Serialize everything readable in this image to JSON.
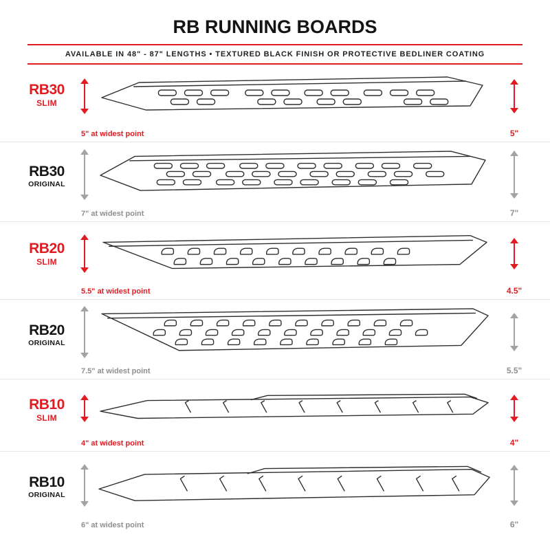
{
  "header": {
    "title": "RB RUNNING BOARDS",
    "subtitle": "AVAILABLE IN 48\" - 87\" LENGTHS  •  TEXTURED BLACK FINISH OR PROTECTIVE BEDLINER COATING"
  },
  "colors": {
    "accent": "#e01b22",
    "muted_gray": "#8f8f8f",
    "ink": "#1b1b1b"
  },
  "boards": [
    {
      "model": "RB30",
      "variant": "SLIM",
      "finish": "slim",
      "widest_label": "5\" at widest point",
      "height_label": "5\""
    },
    {
      "model": "RB30",
      "variant": "ORIGINAL",
      "finish": "original",
      "widest_label": "7\" at widest point",
      "height_label": "7\""
    },
    {
      "model": "RB20",
      "variant": "SLIM",
      "finish": "slim",
      "widest_label": "5.5\" at widest point",
      "height_label": "4.5\""
    },
    {
      "model": "RB20",
      "variant": "ORIGINAL",
      "finish": "original",
      "widest_label": "7.5\" at widest point",
      "height_label": "5.5\""
    },
    {
      "model": "RB10",
      "variant": "SLIM",
      "finish": "slim",
      "widest_label": "4\" at widest point",
      "height_label": "4\""
    },
    {
      "model": "RB10",
      "variant": "ORIGINAL",
      "finish": "original",
      "widest_label": "6\" at widest point",
      "height_label": "6\""
    }
  ]
}
